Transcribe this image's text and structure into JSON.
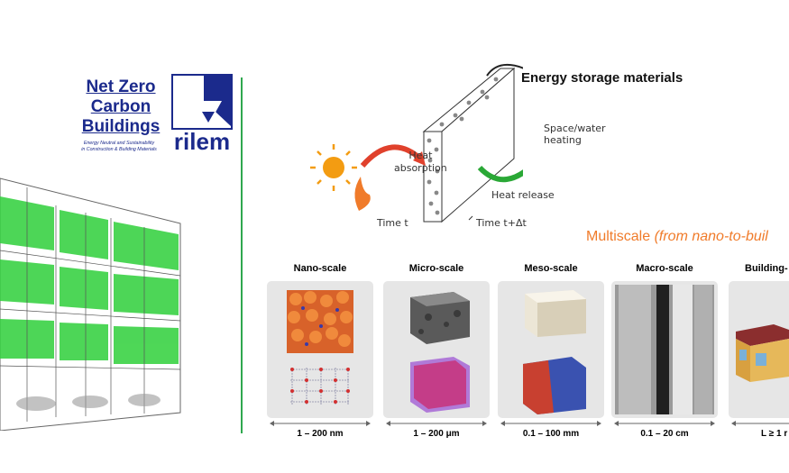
{
  "left_block": {
    "title_lines": [
      "Net Zero",
      "Carbon",
      "Buildings"
    ],
    "subtitle_lines": [
      "Energy Neutral and Sustainability",
      "in Construction & Building Materials"
    ],
    "logo_text": "rilem"
  },
  "energy_diagram": {
    "title": "Energy storage materials",
    "heat_absorption": [
      "Heat",
      "absorption"
    ],
    "space_heating": [
      "Space/water",
      "heating"
    ],
    "heat_release": "Heat release",
    "time_t": "Time t",
    "time_t_dt": "Time t+Δt"
  },
  "multiscale": {
    "title_plain": "Multiscale ",
    "title_italic": "(from nano-to-buil"
  },
  "scales": [
    {
      "name": "Nano-scale",
      "range": "1 – 200 nm"
    },
    {
      "name": "Micro-scale",
      "range": "1 – 200 μm"
    },
    {
      "name": "Meso-scale",
      "range": "0.1 – 100 mm"
    },
    {
      "name": "Macro-scale",
      "range": "0.1 – 20 cm"
    },
    {
      "name": "Building-",
      "range": "L ≥ 1 r"
    }
  ],
  "colors": {
    "brand_blue": "#1b2a8c",
    "divider_green": "#2fa84f",
    "accent_orange": "#f07b2a"
  }
}
